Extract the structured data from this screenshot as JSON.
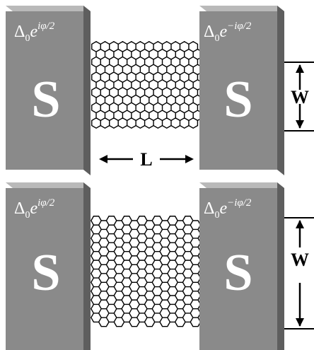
{
  "diagram": {
    "panels": [
      {
        "id": "top",
        "left_contact": {
          "delta": "Δ",
          "sub": "0",
          "e": "e",
          "exponent": "iφ/2",
          "symbol": "S"
        },
        "right_contact": {
          "delta": "Δ",
          "sub": "0",
          "e": "e",
          "exponent": "−iφ/2",
          "symbol": "S"
        },
        "width_label": "W",
        "length_label": "L",
        "lattice_edge": "zigzag"
      },
      {
        "id": "bottom",
        "left_contact": {
          "delta": "Δ",
          "sub": "0",
          "e": "e",
          "exponent": "iφ/2",
          "symbol": "S"
        },
        "right_contact": {
          "delta": "Δ",
          "sub": "0",
          "e": "e",
          "exponent": "−iφ/2",
          "symbol": "S"
        },
        "width_label": "W",
        "lattice_edge": "armchair"
      }
    ],
    "colors": {
      "electrode_front": "#8a8a8a",
      "electrode_side": "#5e5e5e",
      "electrode_top": "#b9b9b9",
      "lattice": "#000000"
    }
  }
}
